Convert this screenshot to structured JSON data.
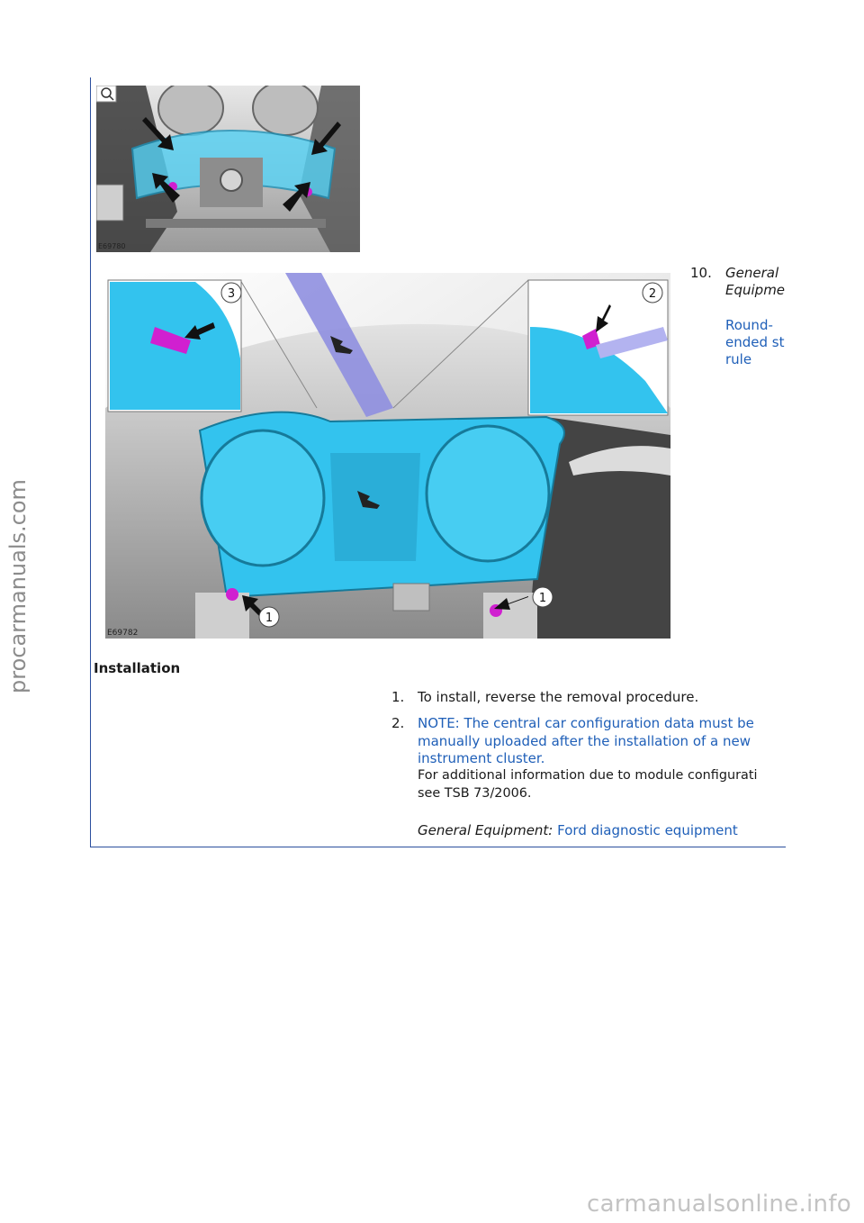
{
  "watermarks": {
    "side": "procarmanuals.com",
    "footer": "carmanualsonline.info"
  },
  "figures": {
    "fig1_label": "E69780",
    "fig2_label": "E69782",
    "fig2_callouts": [
      "3",
      "2",
      "1",
      "1"
    ]
  },
  "step10": {
    "number": "10.",
    "line1": "General",
    "line2": "Equipme",
    "line3": "Round-",
    "line4": "ended st",
    "line5": "rule"
  },
  "installation": {
    "heading": "Installation",
    "step1": {
      "number": "1.",
      "text": "To install, reverse the removal procedure."
    },
    "step2": {
      "number": "2.",
      "note_line1": "NOTE: The central car configuration data must be",
      "note_line2": "manually uploaded after the installation of a new",
      "note_line3": "instrument cluster.",
      "info_line1": "For additional information due to module configurati",
      "info_line2": "see TSB 73/2006.",
      "equip_label": "General Equipment:",
      "equip_value": "Ford diagnostic equipment"
    }
  },
  "colors": {
    "rule": "#2c4f9e",
    "link": "#1f5fb8",
    "cluster": "#33c3ee",
    "fastener": "#d020d0"
  }
}
